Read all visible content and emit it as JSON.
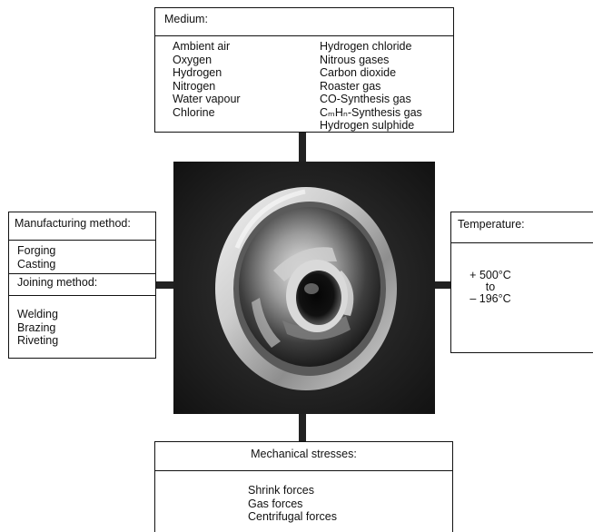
{
  "medium": {
    "title": "Medium:",
    "left_items": [
      "Ambient air",
      "Oxygen",
      "Hydrogen",
      "Nitrogen",
      "Water vapour",
      "Chlorine"
    ],
    "right_items": [
      "Hydrogen chloride",
      "Nitrous gases",
      "Carbon dioxide",
      "Roaster gas",
      "CO-Synthesis gas",
      "CₘHₙ-Synthesis gas",
      "Hydrogen sulphide"
    ]
  },
  "manufacturing": {
    "title": "Manufacturing method:",
    "items": [
      "Forging",
      "Casting"
    ],
    "joining_title": "Joining method:",
    "joining_items": [
      "Welding",
      "Brazing",
      "Riveting"
    ]
  },
  "temperature": {
    "title": "Temperature:",
    "high": "+ 500°C",
    "to": "to",
    "low": "– 196°C"
  },
  "mechanical": {
    "title": "Mechanical stresses:",
    "items": [
      "Shrink forces",
      "Gas forces",
      "Centrifugal forces"
    ]
  }
}
